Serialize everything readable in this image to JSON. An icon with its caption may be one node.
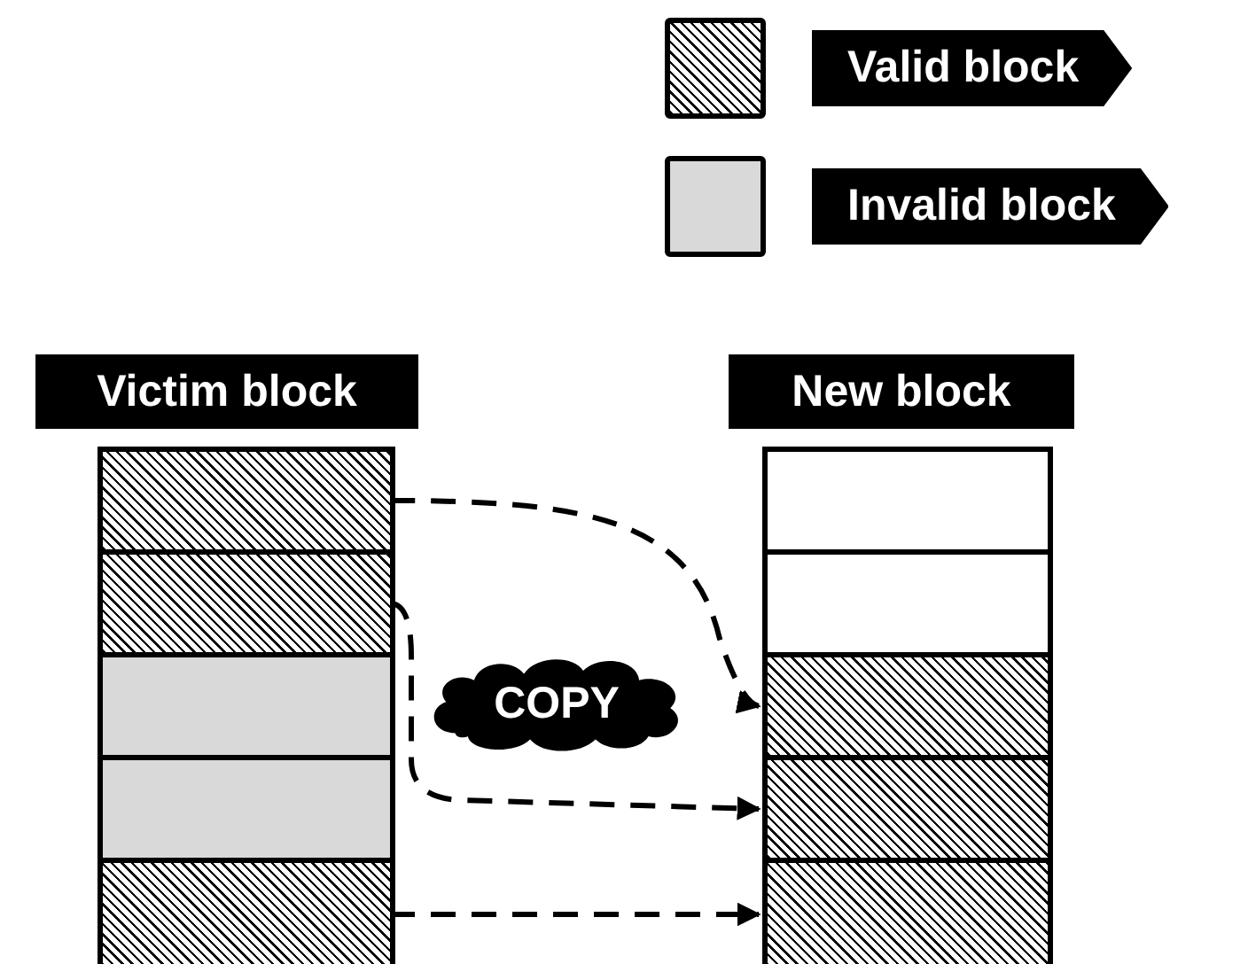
{
  "diagram": {
    "nodes": [
      {
        "text": [
          "Victim block"
        ]
      },
      {
        "text": [],
        "shape": "box",
        "in": 0
      },
      {
        "text": [],
        "shape": "box",
        "in": 0
      },
      {
        "text": [],
        "shape": "box",
        "in": 0
      },
      {
        "text": [],
        "shape": "box",
        "in": 0
      },
      {
        "text": [],
        "shape": "box",
        "in": 0
      },
      {
        "text": [
          "New block"
        ]
      },
      {
        "text": [],
        "shape": "box",
        "in": 6
      },
      {
        "text": [],
        "shape": "box",
        "in": 6
      },
      {
        "text": [],
        "shape": "box",
        "in": 6
      },
      {
        "text": [],
        "shape": "box",
        "in": 6
      },
      {
        "text": [],
        "shape": "box",
        "in": 6
      },
      {
        "text": [
          "COPY"
        ]
      }
    ],
    "edges": [
      {
        "from": 1,
        "to": 9,
        "arrow": "to",
        "style": "dashed"
      },
      {
        "from": 2,
        "to": 10,
        "arrow": "to",
        "style": "dashed"
      },
      {
        "from": 5,
        "to": 11,
        "arrow": "to",
        "style": "dashed"
      }
    ],
    "legend": [
      {
        "text": "Valid block"
      },
      {
        "text": "Invalid block",
        "color": "#d9d9d9"
      }
    ]
  }
}
